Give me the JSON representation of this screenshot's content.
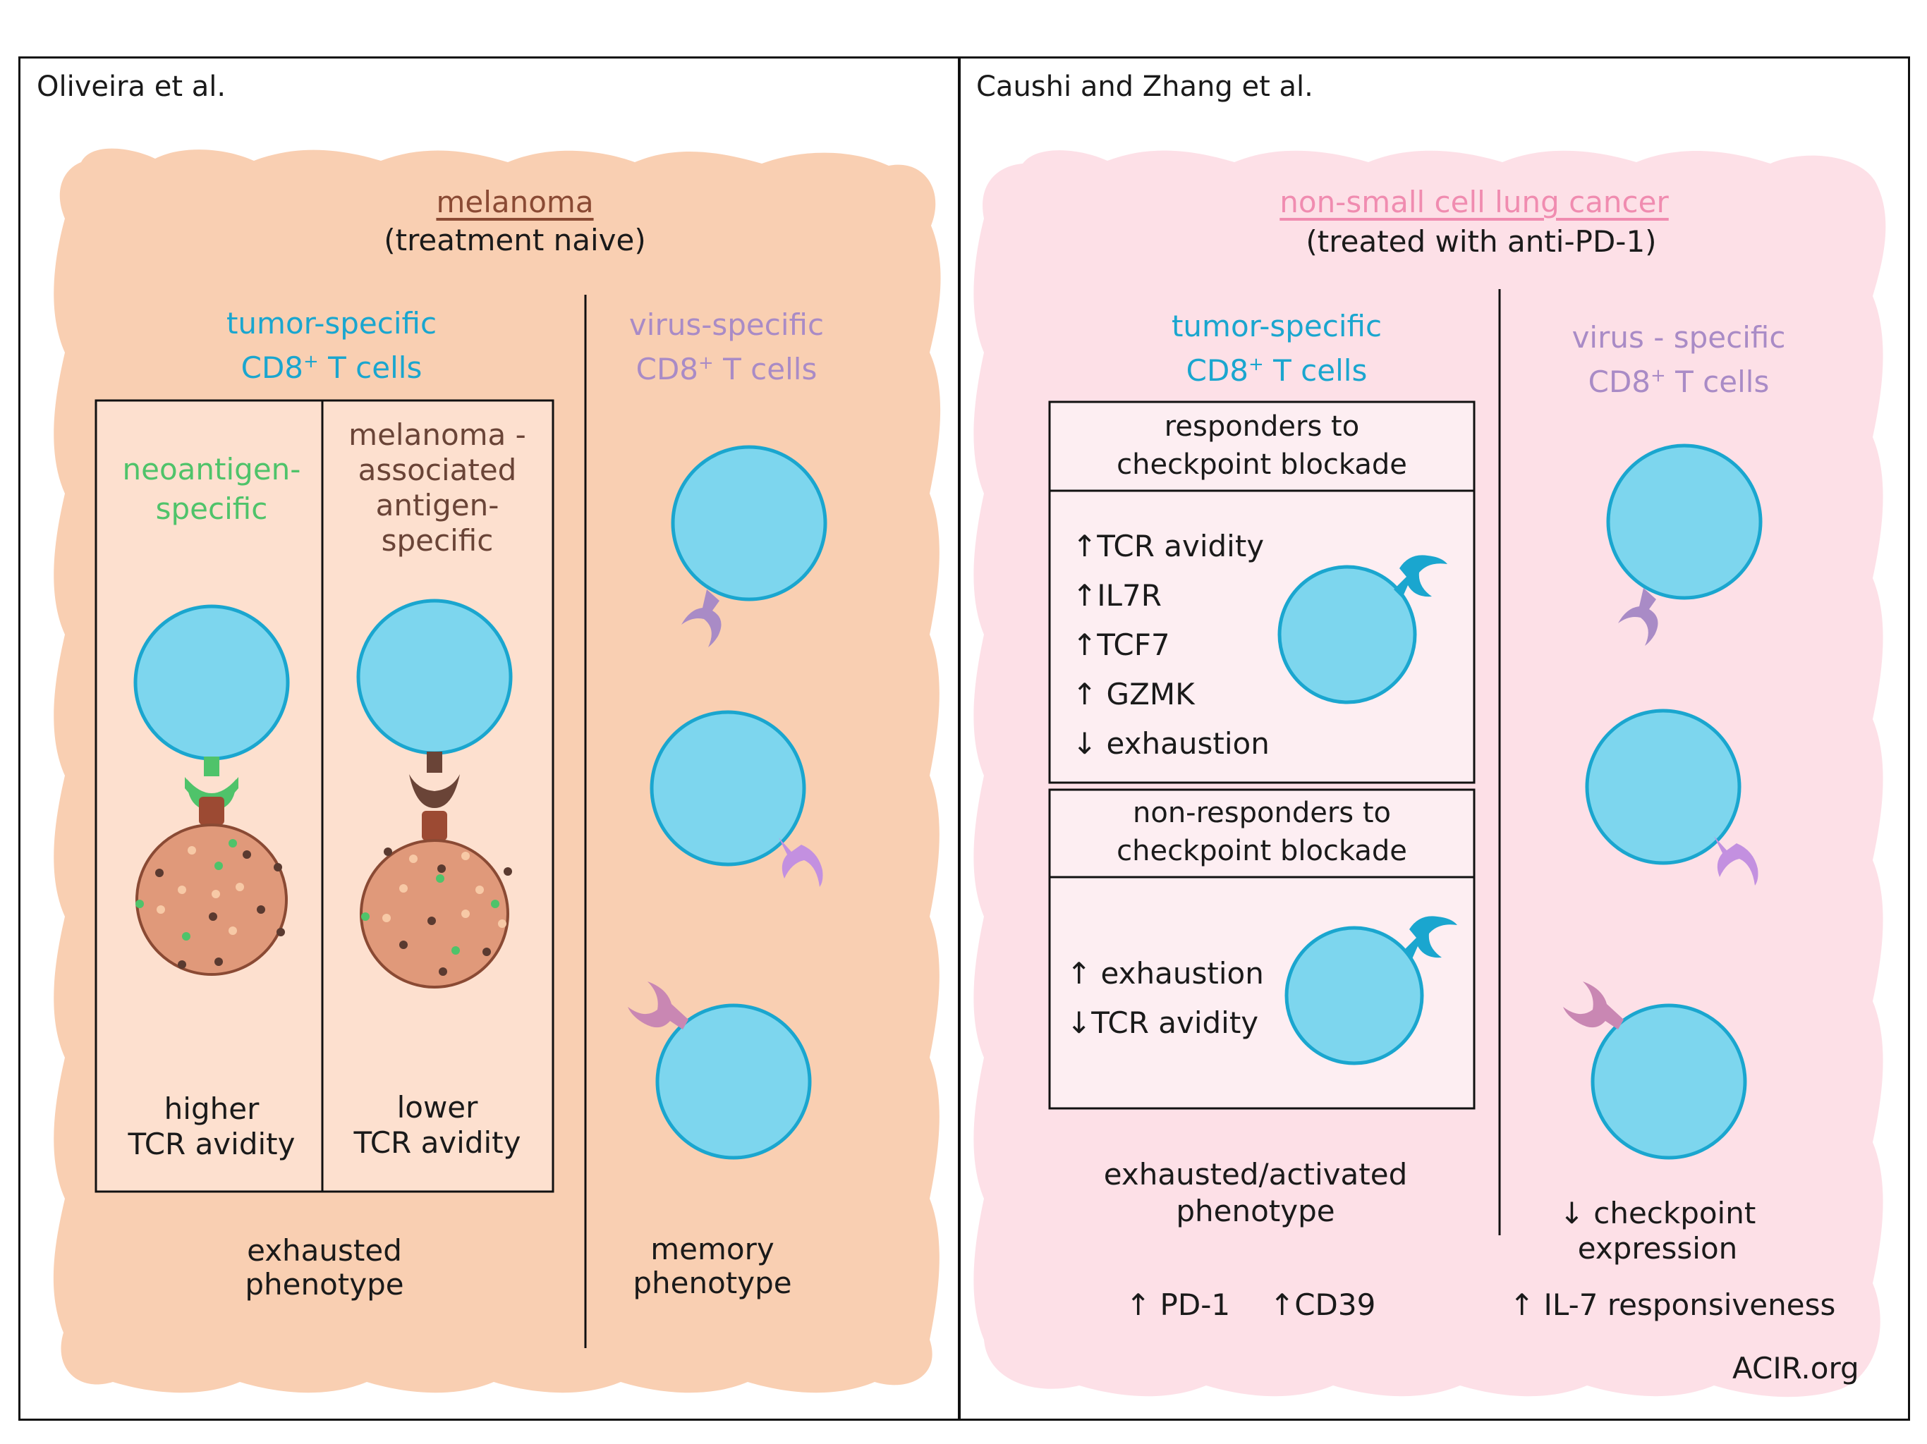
{
  "left": {
    "study": "Oliveira et al.",
    "cancer_type": "melanoma",
    "treatment": "(treatment naive)",
    "tumor_specific": {
      "line1": "tumor-specific",
      "line2": "CD8",
      "sup": "+",
      "line2b": " T cells"
    },
    "virus_specific": {
      "line1": "virus-specific",
      "line2": "CD8",
      "sup": "+",
      "line2b": " T cells"
    },
    "neoantigen": {
      "line1": "neoantigen-",
      "line2": "specific"
    },
    "maa": {
      "line1": "melanoma -",
      "line2": "associated",
      "line3": "antigen-",
      "line4": "specific"
    },
    "higher": {
      "line1": "higher",
      "line2": "TCR avidity"
    },
    "lower": {
      "line1": "lower",
      "line2": "TCR avidity"
    },
    "exhausted": {
      "line1": "exhausted",
      "line2": "phenotype"
    },
    "memory": {
      "line1": "memory",
      "line2": "phenotype"
    }
  },
  "right": {
    "study": "Caushi and Zhang et al.",
    "cancer_type": "non-small cell lung cancer",
    "treatment": "(treated with anti-PD-1)",
    "tumor_specific": {
      "line1": "tumor-specific",
      "line2": "CD8",
      "sup": "+",
      "line2b": " T cells"
    },
    "virus_specific": {
      "line1": "virus - specific",
      "line2": "CD8",
      "sup": "+",
      "line2b": " T cells"
    },
    "responders": {
      "header1": "responders to",
      "header2": "checkpoint blockade",
      "items": [
        "↑TCR avidity",
        "↑IL7R",
        "↑TCF7",
        "↑ GZMK",
        "↓ exhaustion"
      ]
    },
    "non_responders": {
      "header1": "non-responders to",
      "header2": "checkpoint blockade",
      "items": [
        "↑ exhaustion",
        "↓TCR avidity"
      ]
    },
    "exhausted": {
      "line1": "exhausted/activated",
      "line2": "phenotype"
    },
    "markers": {
      "pd1": "↑ PD-1",
      "cd39": "↑CD39"
    },
    "checkpoint": {
      "line1": "↓ checkpoint",
      "line2": "expression"
    },
    "il7": "↑ IL-7 responsiveness"
  },
  "credit": "ACIR.org",
  "colors": {
    "peach_bg": "#f9cfb2",
    "peach_box": "#fde0cf",
    "pink_bg": "#fde0e7",
    "pink_box": "#fdeef2",
    "cell_fill": "#7dd6ee",
    "cell_stroke": "#1aa6cf",
    "tumor_color": "#1aa6cf",
    "virus_color": "#a98bc6",
    "neo_color": "#4fc36a",
    "maa_color": "#6a4437",
    "lung_color": "#f08cb0",
    "tumor_cell_fill": "#e0997a"
  }
}
